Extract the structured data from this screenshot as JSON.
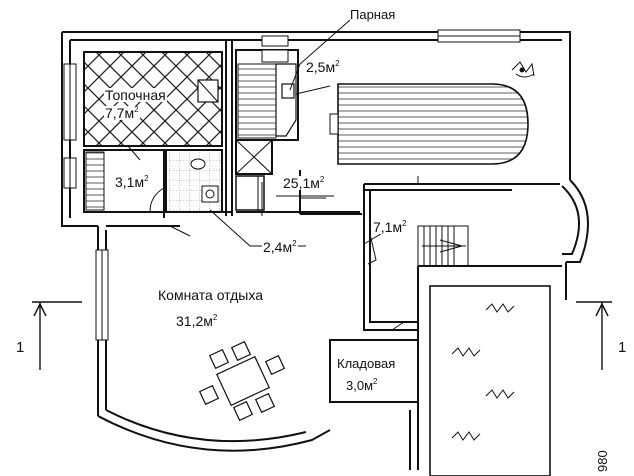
{
  "labels": {
    "steam_room": "Парная",
    "steam_room_area": "2,5м",
    "boiler_room": "Топочная",
    "boiler_room_area": "7,7м",
    "bath_area": "3,1м",
    "hall_area": "25,1м",
    "corridor_area": "2,4м",
    "stairs_area": "7,1м",
    "rest_room": "Комната отдыха",
    "rest_room_area": "31,2м",
    "storage": "Кладовая",
    "storage_area": "3,0м",
    "section_left": "1",
    "section_right": "1",
    "dimension": "980"
  },
  "units": {
    "sq": "2"
  },
  "colors": {
    "line": "#111111",
    "hatch": "#222222",
    "bg": "#ffffff"
  }
}
